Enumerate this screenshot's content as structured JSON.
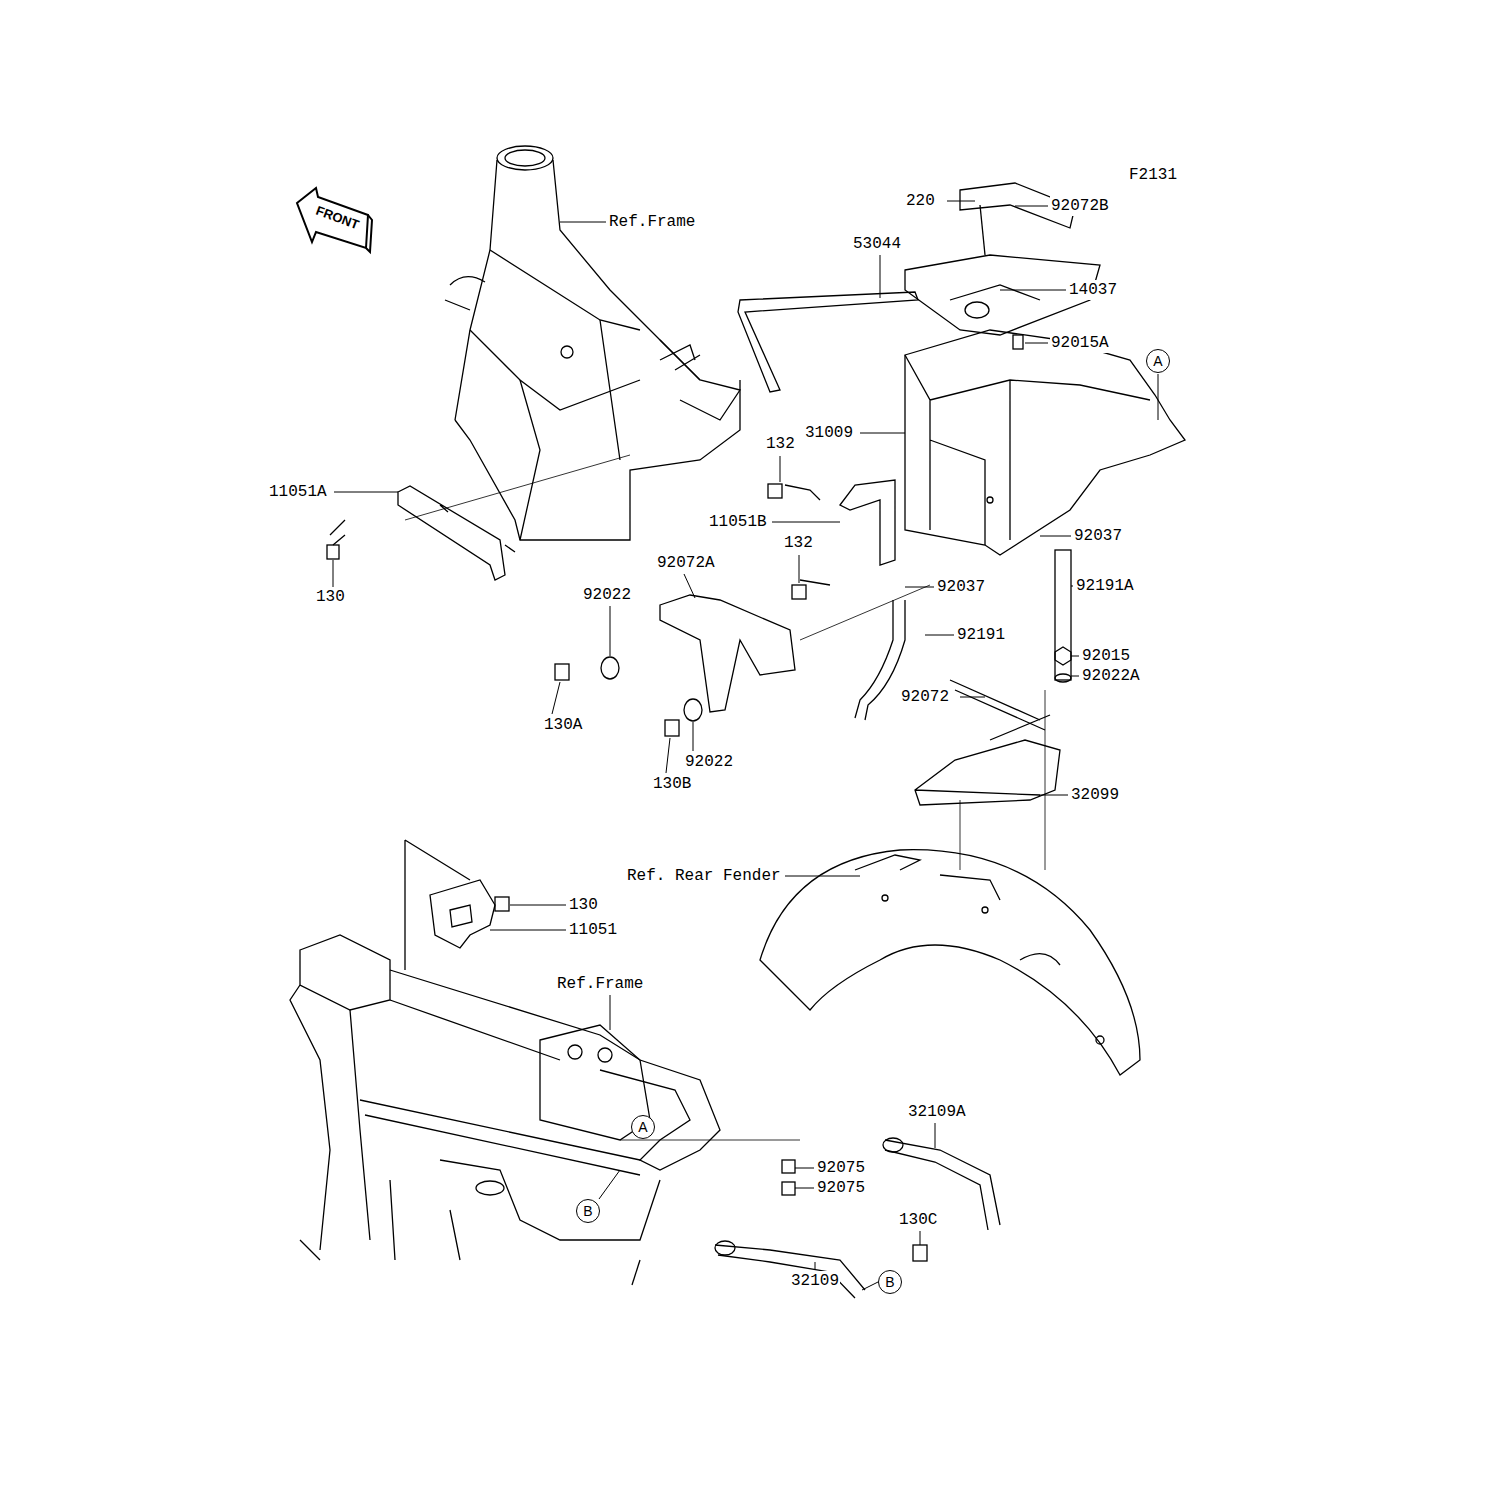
{
  "diagram": {
    "labels": [
      "F2131",
      "FRONT",
      "Ref.Frame",
      "220",
      "92072B",
      "53044",
      "14037",
      "92015A",
      "A",
      "31009",
      "132",
      "11051A",
      "11051B",
      "132",
      "92037",
      "130",
      "92072A",
      "92022",
      "92037",
      "92191A",
      "92191",
      "92015",
      "92022A",
      "130A",
      "92072",
      "130B",
      "92022",
      "32099",
      "Ref. Rear Fender",
      "130",
      "11051",
      "Ref.Frame",
      "32109A",
      "A",
      "92075",
      "92075",
      "B",
      "130C",
      "32109",
      "B"
    ]
  }
}
